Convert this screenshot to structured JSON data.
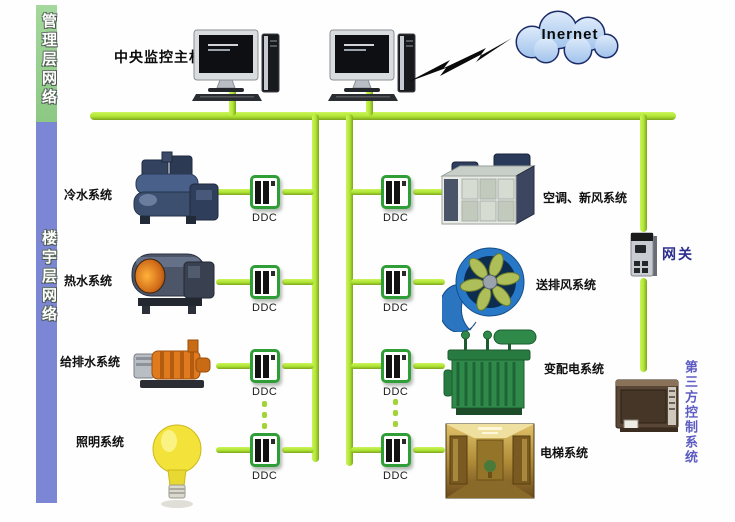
{
  "sidebar": {
    "management_network": "管理层网络",
    "building_network": "楼宇层网络"
  },
  "top": {
    "central_host_label": "中央监控主机",
    "internet_label": "Inernet"
  },
  "left_rows": [
    {
      "label": "冷水系统",
      "icon": "chiller-icon",
      "ddc_label": "DDC"
    },
    {
      "label": "热水系统",
      "icon": "boiler-icon",
      "ddc_label": "DDC"
    },
    {
      "label": "给排水系统",
      "icon": "pump-icon",
      "ddc_label": "DDC"
    },
    {
      "label": "照明系统",
      "icon": "light-bulb-icon",
      "ddc_label": "DDC"
    }
  ],
  "right_rows": [
    {
      "label": "空调、新风系统",
      "icon": "air-handling-unit-icon",
      "ddc_label": "DDC"
    },
    {
      "label": "送排风系统",
      "icon": "axial-fan-icon",
      "ddc_label": "DDC"
    },
    {
      "label": "变配电系统",
      "icon": "transformer-icon",
      "ddc_label": "DDC"
    },
    {
      "label": "电梯系统",
      "icon": "elevator-icon",
      "ddc_label": "DDC"
    }
  ],
  "gateway": {
    "label": "网关",
    "icon": "gateway-device-icon"
  },
  "third_party": {
    "label": "第三方控制系统",
    "icon": "third-party-controller-icon"
  },
  "colors": {
    "network_line": "#aee432",
    "management_bar": "#95ce8d",
    "building_bar": "#7b86d4",
    "ddc_border": "#2f9e36",
    "cloud_fill": "#bcd8f4",
    "cloud_outline": "#1b2b66",
    "gateway_text": "#2d2d8e",
    "third_party_text": "#5c5cc2"
  }
}
